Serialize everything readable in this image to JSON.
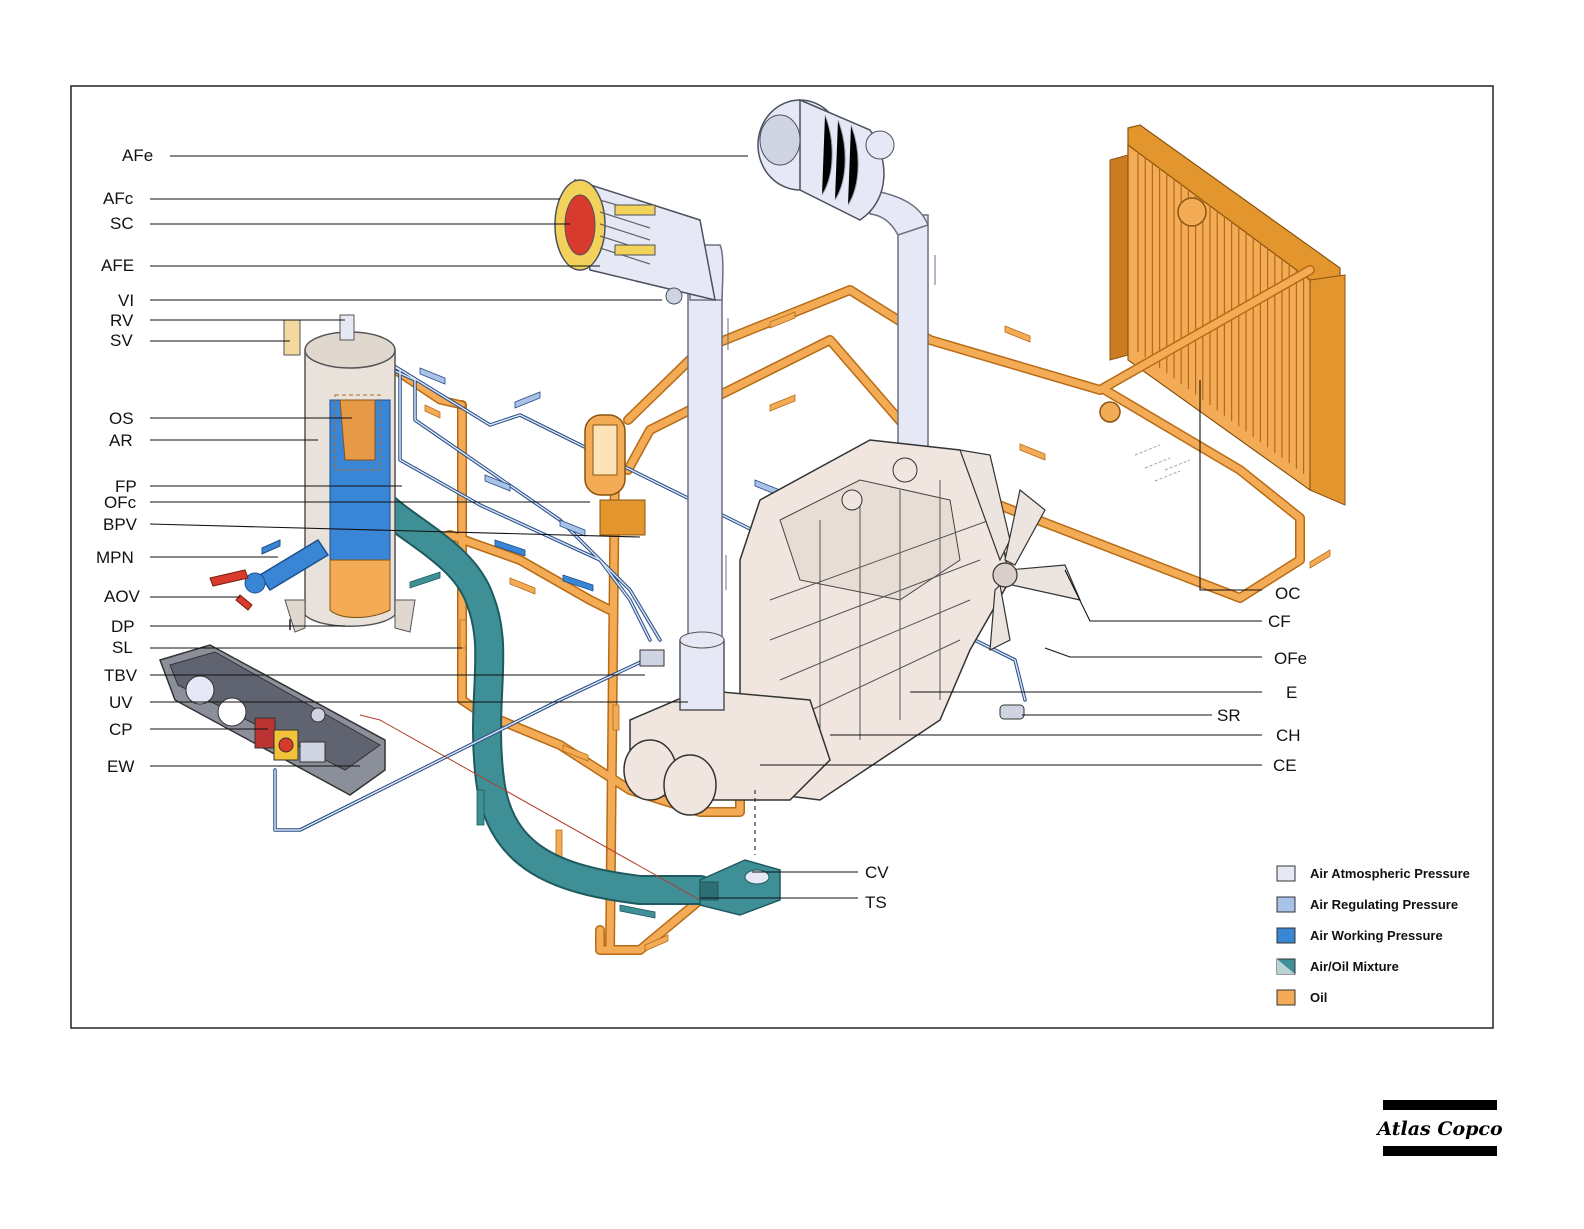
{
  "left_labels": [
    {
      "id": "afe-top",
      "text": "AFe"
    },
    {
      "id": "afc",
      "text": "AFc"
    },
    {
      "id": "sc",
      "text": "SC"
    },
    {
      "id": "afe-elem",
      "text": "AFE"
    },
    {
      "id": "vi",
      "text": "VI"
    },
    {
      "id": "rv",
      "text": "RV"
    },
    {
      "id": "sv",
      "text": "SV"
    },
    {
      "id": "os",
      "text": "OS"
    },
    {
      "id": "ar",
      "text": "AR"
    },
    {
      "id": "fp",
      "text": "FP"
    },
    {
      "id": "ofc",
      "text": "OFc"
    },
    {
      "id": "bpv",
      "text": "BPV"
    },
    {
      "id": "mpn",
      "text": "MPN"
    },
    {
      "id": "aov",
      "text": "AOV"
    },
    {
      "id": "dp",
      "text": "DP"
    },
    {
      "id": "sl",
      "text": "SL"
    },
    {
      "id": "tbv",
      "text": "TBV"
    },
    {
      "id": "uv",
      "text": "UV"
    },
    {
      "id": "cp",
      "text": "CP"
    },
    {
      "id": "ew",
      "text": "EW"
    }
  ],
  "right_labels": [
    {
      "id": "oc",
      "text": "OC"
    },
    {
      "id": "cf",
      "text": "CF"
    },
    {
      "id": "ofe",
      "text": "OFe"
    },
    {
      "id": "e",
      "text": "E"
    },
    {
      "id": "sr",
      "text": "SR"
    },
    {
      "id": "ch",
      "text": "CH"
    },
    {
      "id": "ce",
      "text": "CE"
    },
    {
      "id": "cv",
      "text": "CV"
    },
    {
      "id": "ts",
      "text": "TS"
    }
  ],
  "legend": [
    {
      "label": "Air Atmospheric Pressure",
      "color": "#e6e9f5"
    },
    {
      "label": "Air Regulating Pressure",
      "color": "#a8c2e8"
    },
    {
      "label": "Air Working Pressure",
      "color": "#3a86d6"
    },
    {
      "label": "Air/Oil Mixture",
      "color": "#3e8f96"
    },
    {
      "label": "Oil",
      "color": "#f3ac55"
    }
  ],
  "colors": {
    "oil": "#f3ac55",
    "oil_dark": "#c97c22",
    "mixture": "#3e8f96",
    "working_air": "#3a86d6",
    "atmospheric_air": "#e6e9f5",
    "engine": "#f1e6df",
    "valve_red": "#d83a2c"
  },
  "logo": {
    "text": "Atlas Copco"
  }
}
